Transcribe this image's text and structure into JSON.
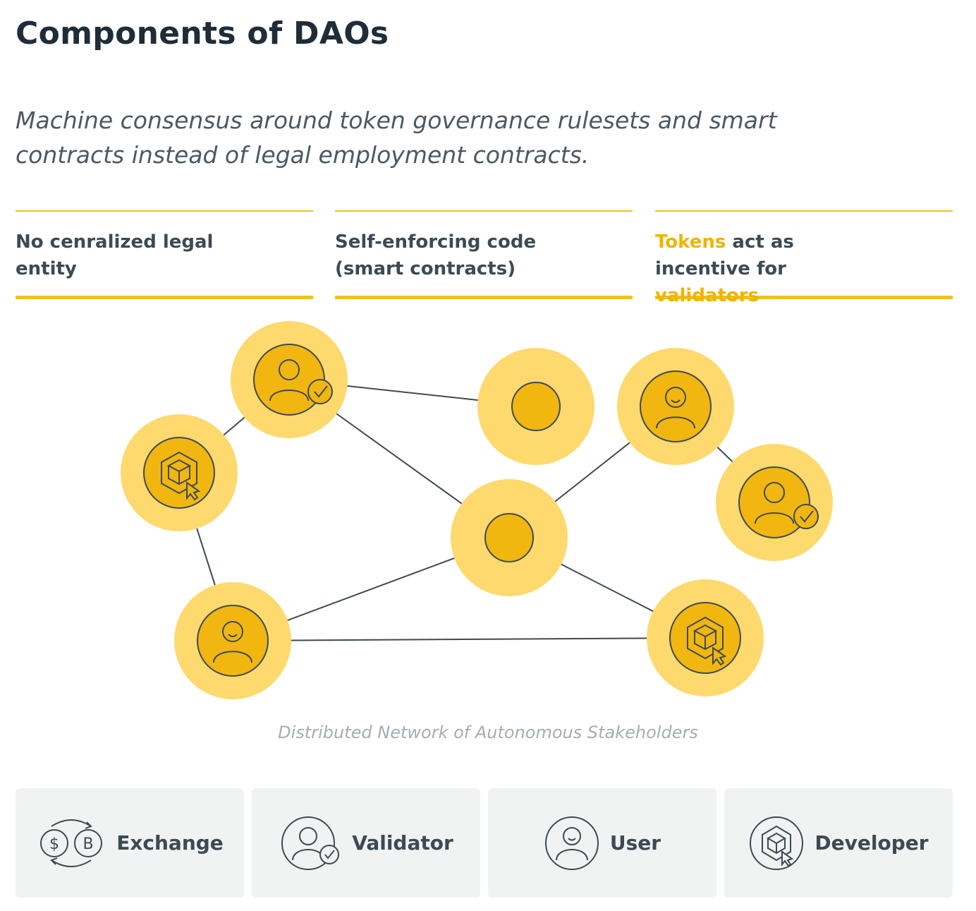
{
  "header": {
    "title": "Components of DAOs",
    "subtitle": "Machine consensus around token governance rulesets and smart contracts instead of legal employment contracts."
  },
  "pillars": [
    {
      "text": "No cenralized legal entity"
    },
    {
      "text": "Self-enforcing code (smart contracts)"
    },
    {
      "parts": [
        "Tokens",
        " act as incentive for ",
        "validators"
      ]
    }
  ],
  "network": {
    "caption": "Distributed Network of Autonomous Stakeholders",
    "nodes": [
      "validator",
      "blank",
      "user",
      "developer",
      "hub",
      "validator",
      "user",
      "developer"
    ]
  },
  "legend": [
    {
      "label": "Exchange",
      "icon": "exchange-icon"
    },
    {
      "label": "Validator",
      "icon": "validator-icon"
    },
    {
      "label": "User",
      "icon": "user-icon"
    },
    {
      "label": "Developer",
      "icon": "developer-icon"
    }
  ],
  "colors": {
    "accent": "#f0c020",
    "node_halo": "#fdd96e",
    "node_core": "#f2b611",
    "line": "#3e4a52",
    "text_dark": "#1f2d38"
  }
}
